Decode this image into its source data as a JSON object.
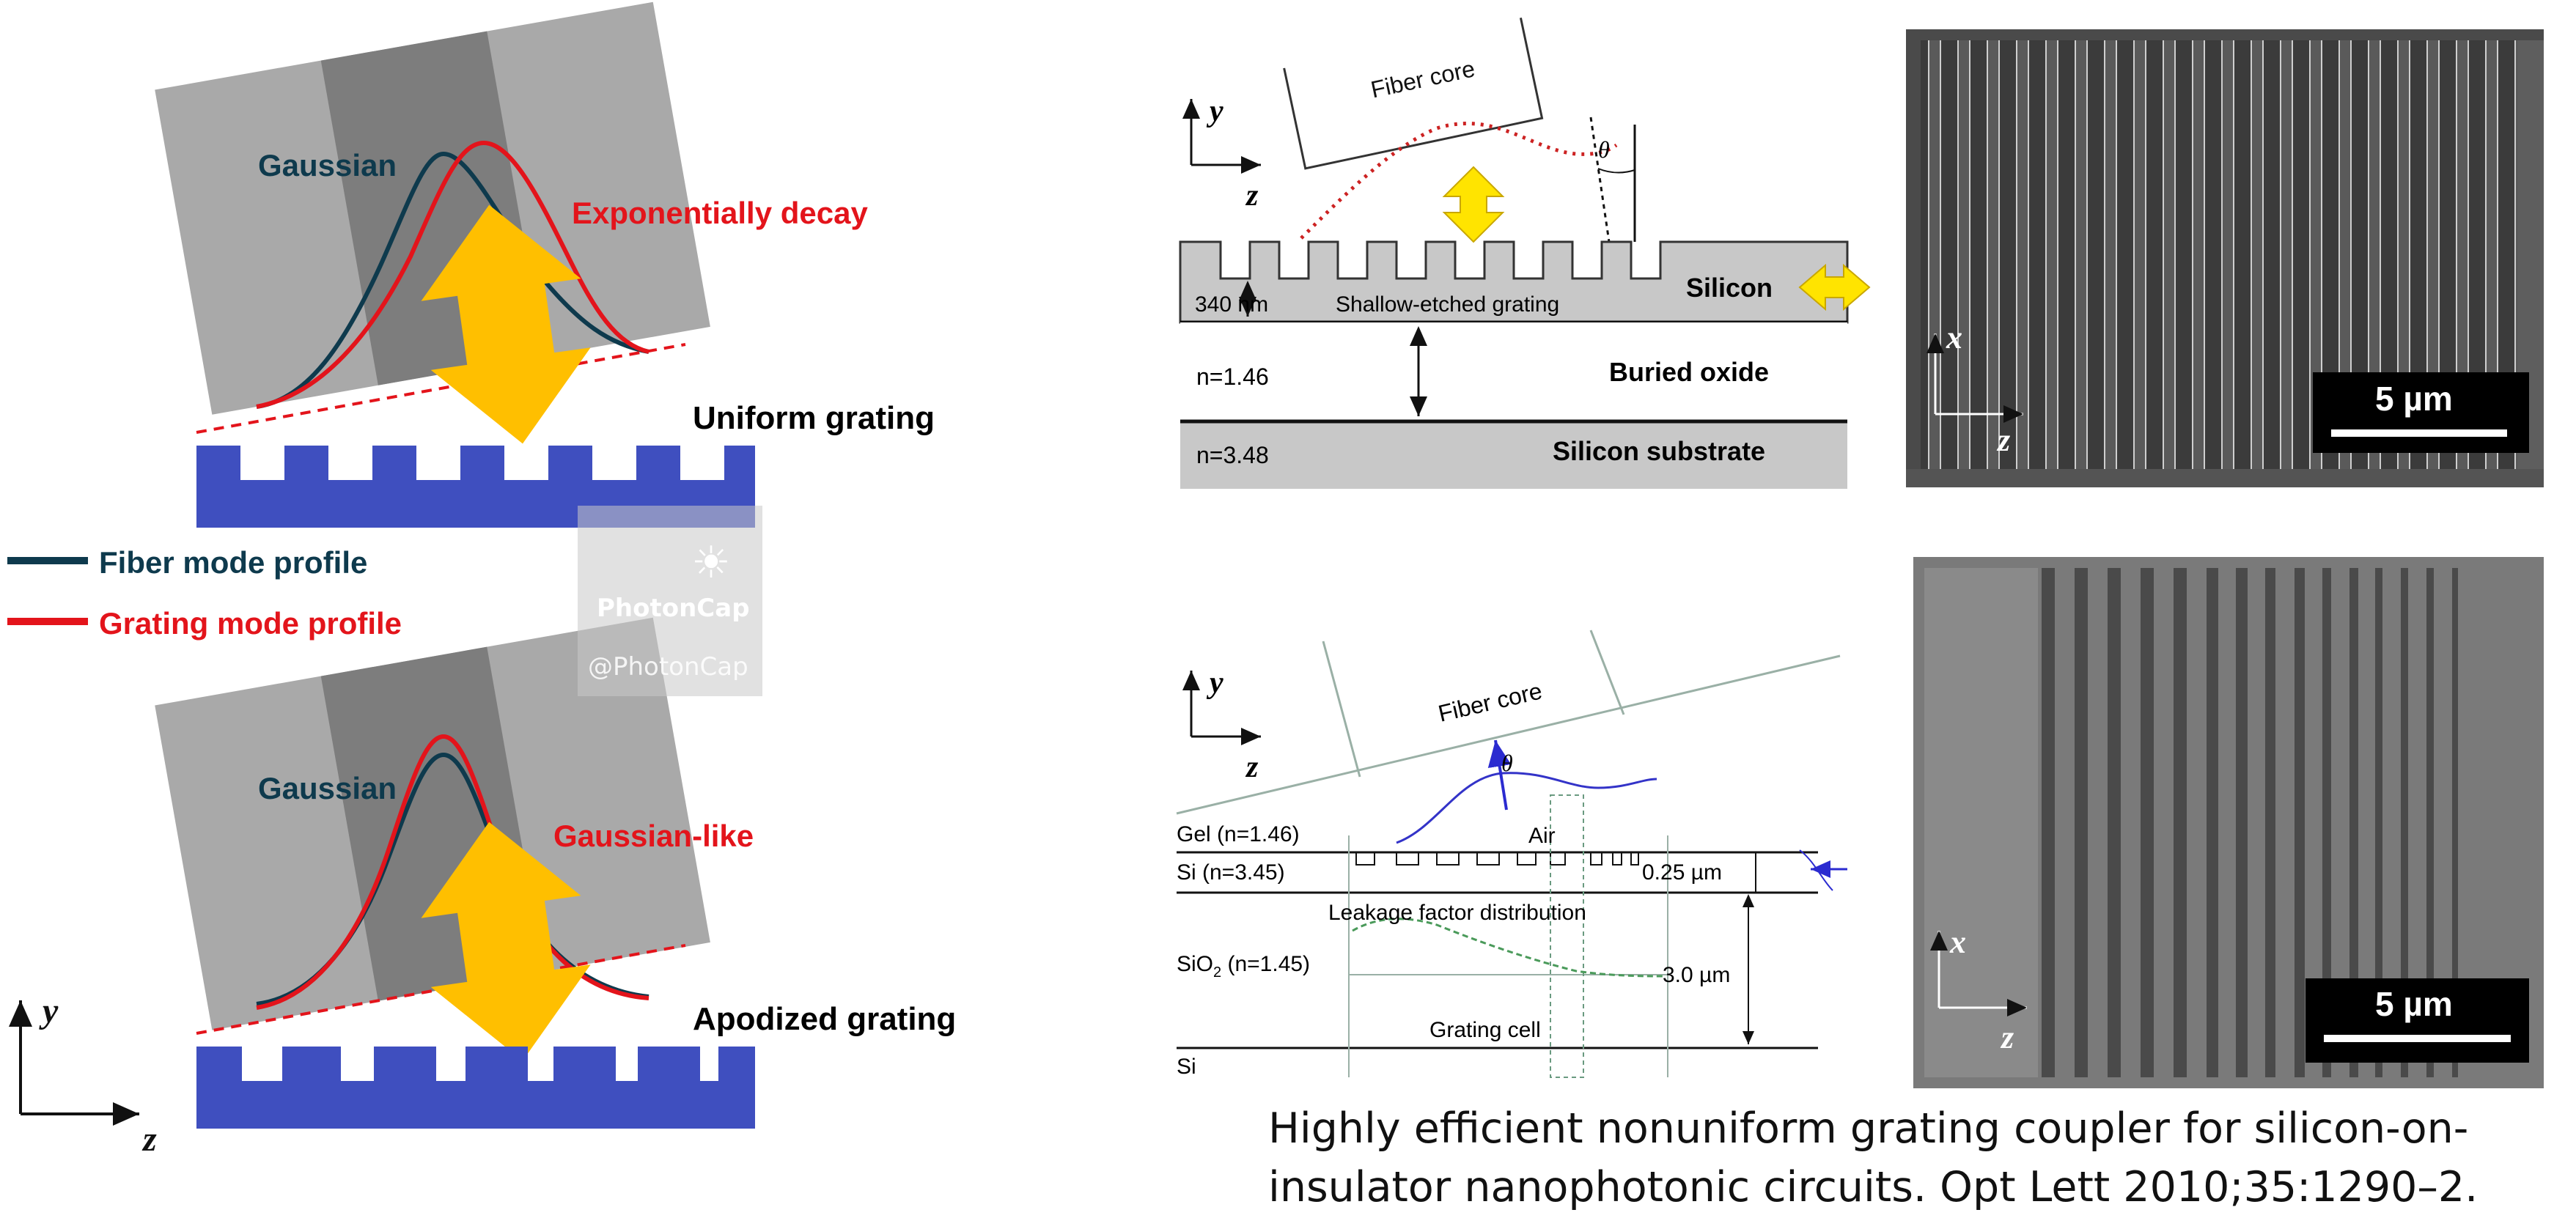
{
  "left_panel": {
    "top_labels": {
      "fiber": "Gaussian",
      "grating": "Exponentially decay",
      "grating_type": "Uniform grating"
    },
    "bottom_labels": {
      "fiber": "Gaussian",
      "grating": "Gaussian-like",
      "grating_type": "Apodized grating"
    },
    "legend": [
      {
        "label": "Fiber mode profile",
        "color": "#0e3a4d"
      },
      {
        "label": "Grating mode profile",
        "color": "#e3141b"
      }
    ],
    "axes": {
      "y": "y",
      "z": "z"
    },
    "colors": {
      "grating": "#3f4fbf",
      "arrow": "#ffbf00",
      "fiber_curve": "#0e3a4d",
      "grating_curve": "#e3141b"
    }
  },
  "watermark": {
    "name": "PhotonCap",
    "handle": "@PhotonCap"
  },
  "top_schematic": {
    "fiber": "Fiber core",
    "angle": "θ",
    "thickness": "340 nm",
    "grating": "Shallow-etched grating",
    "silicon": "Silicon",
    "oxide_index": "n=1.46",
    "oxide": "Buried oxide",
    "substrate_index": "n=3.48",
    "substrate": "Silicon substrate",
    "axes": {
      "y": "y",
      "z": "z"
    }
  },
  "bottom_schematic": {
    "fiber": "Fiber core",
    "angle": "θ",
    "gel": "Gel (n=1.46)",
    "air": "Air",
    "si_layer": "Si (n=3.45)",
    "si_thickness": "0.25 µm",
    "leakage": "Leakage factor distribution",
    "sio2": "SiO",
    "sio2_sub": "2",
    "sio2_index": " (n=1.45)",
    "oxide_thickness": "3.0 µm",
    "cell": "Grating cell",
    "substrate": "Si",
    "axes": {
      "y": "y",
      "z": "z"
    }
  },
  "sem_top": {
    "scale": "5 µm",
    "axes": {
      "x": "x",
      "z": "z"
    }
  },
  "sem_bottom": {
    "scale": "5 µm",
    "axes": {
      "x": "x",
      "z": "z"
    }
  },
  "caption": "Highly efficient nonuniform grating coupler for silicon-on-insulator nanophotonic circuits. Opt Lett 2010;35:1290–2."
}
